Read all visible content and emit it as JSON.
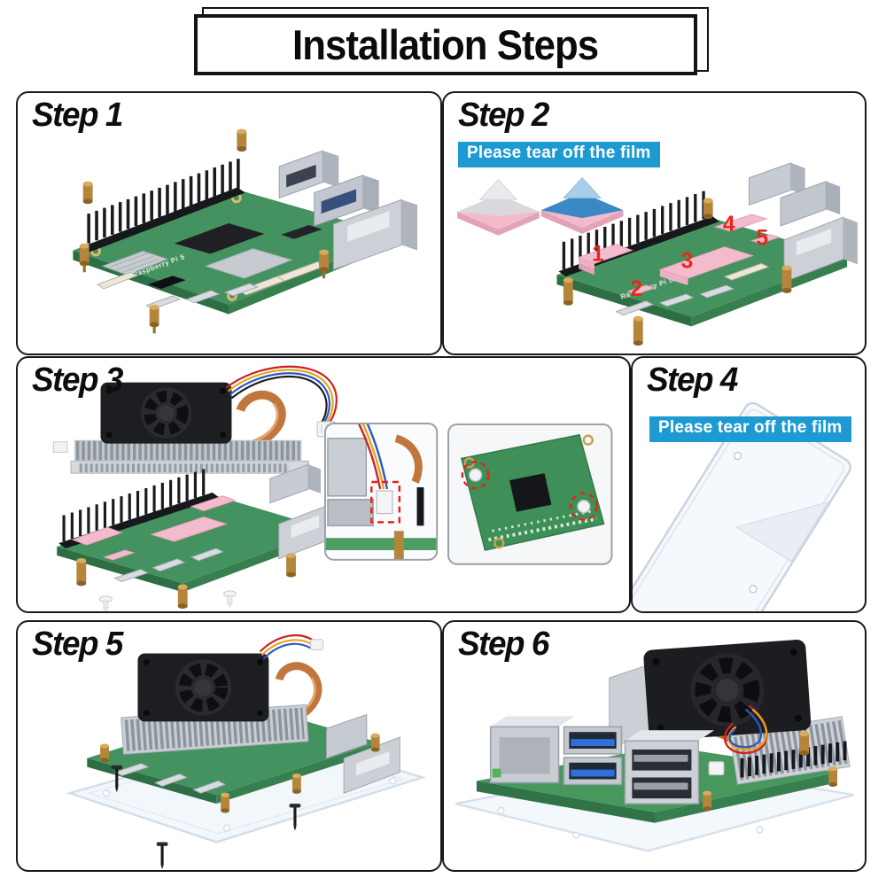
{
  "title": "Installation Steps",
  "board_silkscreen": "Raspberry Pi 5",
  "colors": {
    "panel_border": "#1A1A1A",
    "note_bg": "#1E9AD3",
    "note_text": "#FFFFFF",
    "pad_pink": "#F3BCCD",
    "film_blue": "#2F86C3",
    "marker_red": "#E8271C",
    "pcb_green": "#44925F",
    "brass": "#B5853B",
    "copper": "#C0763C"
  },
  "panels": [
    {
      "id": "step-1",
      "label": "Step 1"
    },
    {
      "id": "step-2",
      "label": "Step 2",
      "note": "Please tear off the film",
      "pads": [
        "1",
        "2",
        "3",
        "4",
        "5"
      ]
    },
    {
      "id": "step-3",
      "label": "Step 3"
    },
    {
      "id": "step-4",
      "label": "Step 4",
      "note": "Please tear off the film"
    },
    {
      "id": "step-5",
      "label": "Step 5"
    },
    {
      "id": "step-6",
      "label": "Step 6"
    }
  ]
}
